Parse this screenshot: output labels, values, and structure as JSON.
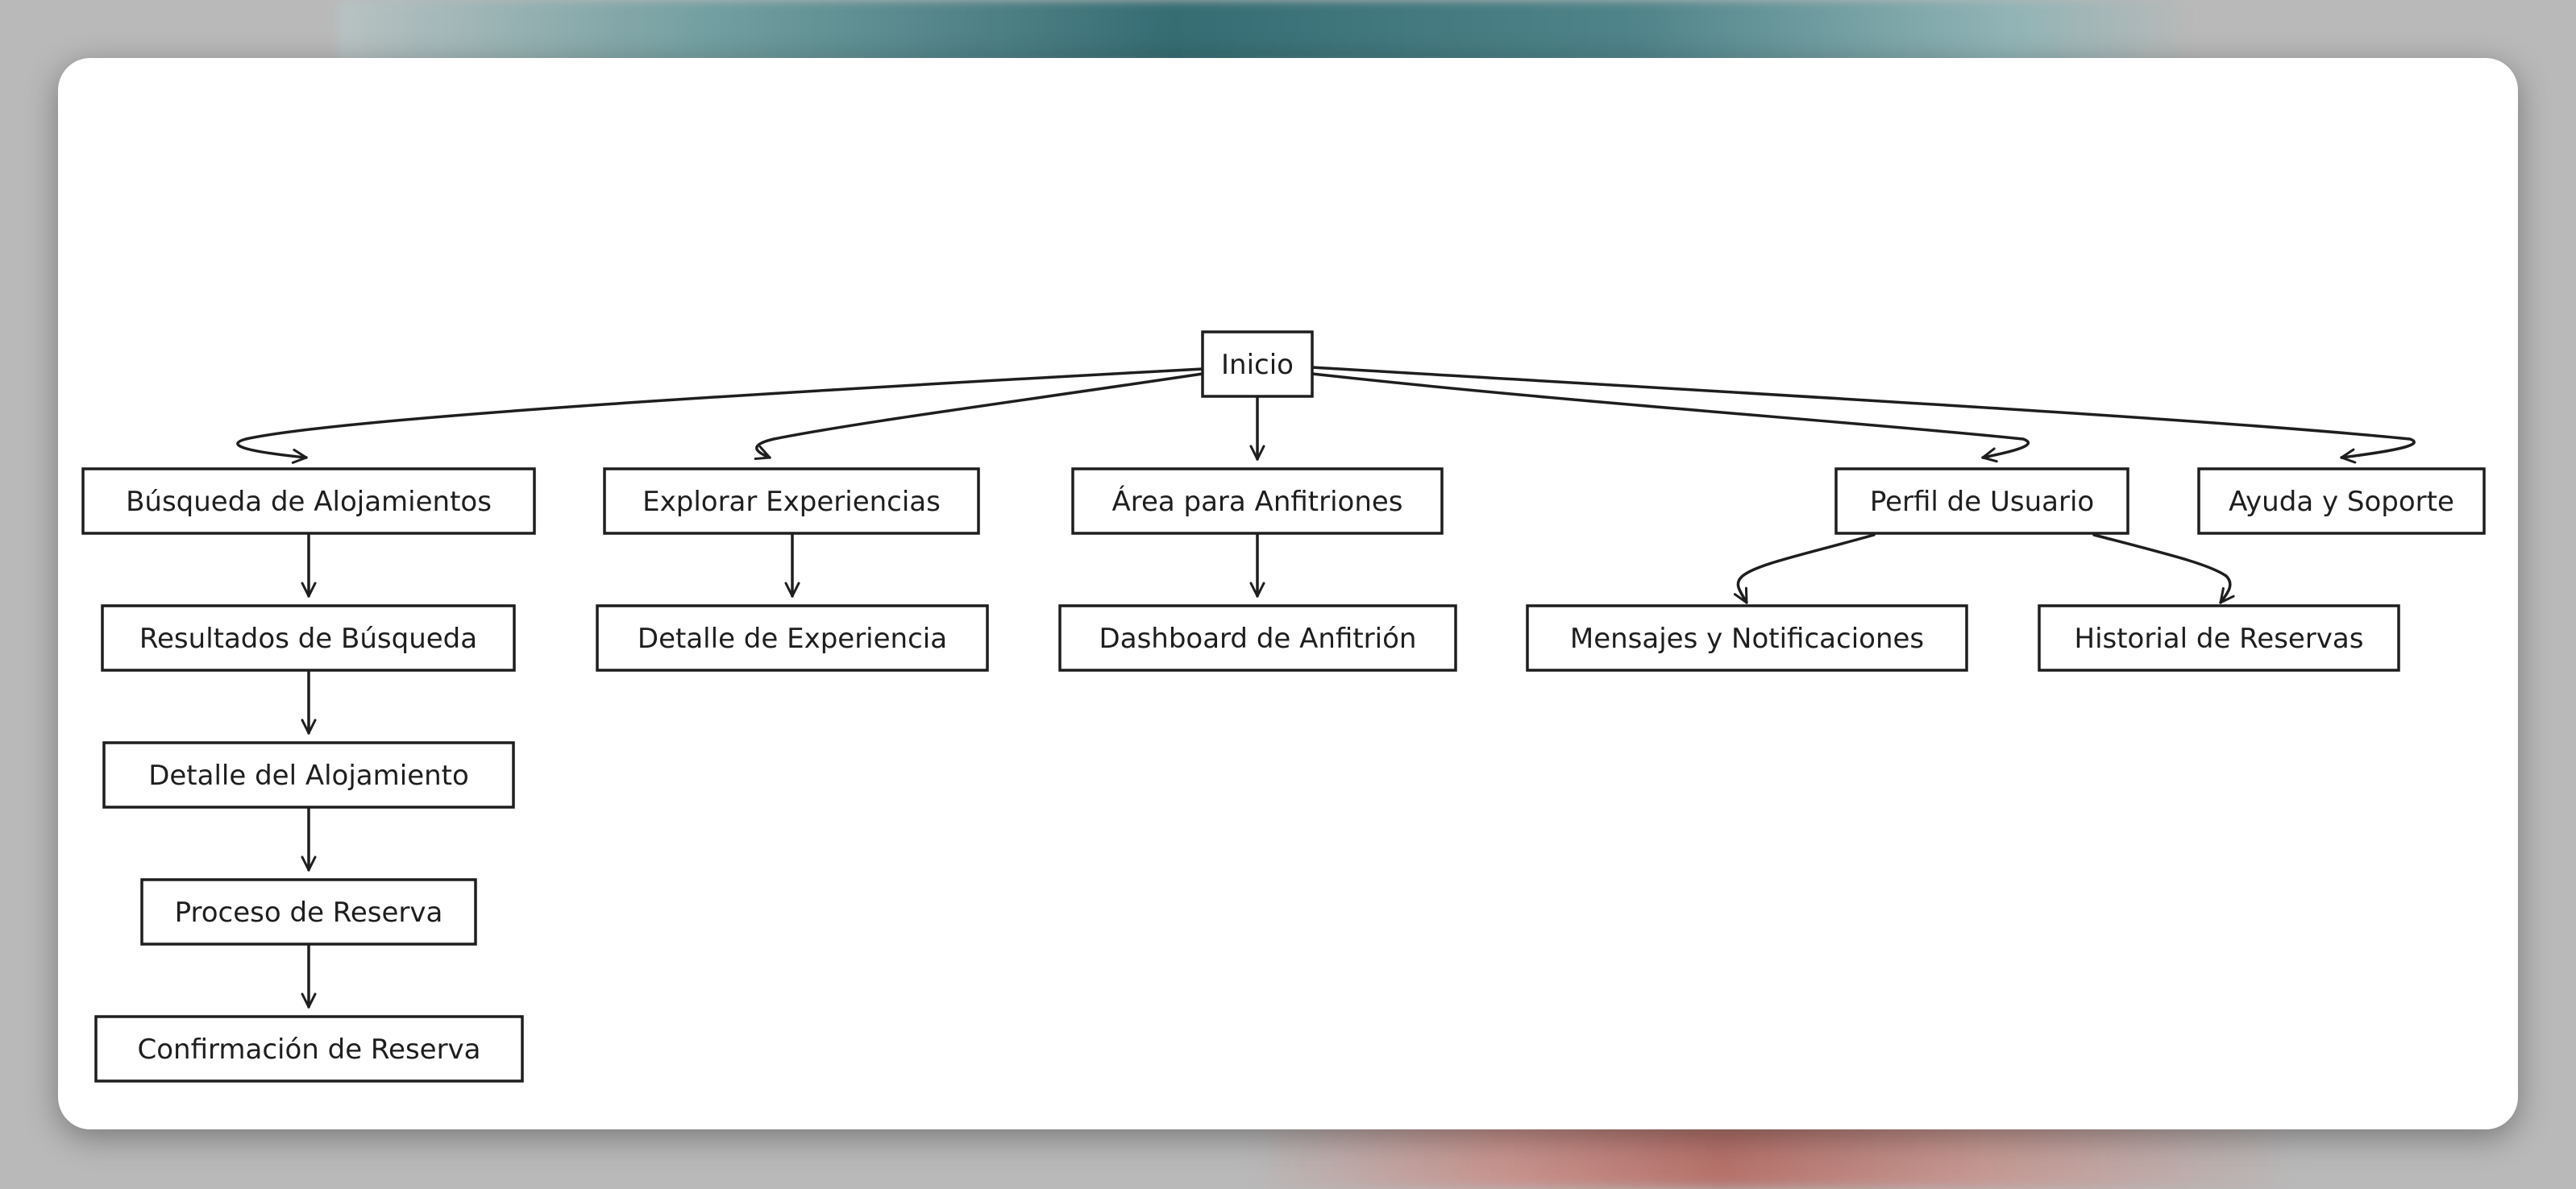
{
  "diagram": {
    "type": "sitemap-tree",
    "stroke_color": "#1e1e1e",
    "background_color": "#ffffff",
    "nodes": [
      {
        "id": "inicio",
        "label": "Inicio"
      },
      {
        "id": "busqueda",
        "label": "Búsqueda de Alojamientos"
      },
      {
        "id": "explorar",
        "label": "Explorar Experiencias"
      },
      {
        "id": "anfitriones",
        "label": "Área para Anfitriones"
      },
      {
        "id": "perfil",
        "label": "Perfil de Usuario"
      },
      {
        "id": "ayuda",
        "label": "Ayuda y Soporte"
      },
      {
        "id": "resultados",
        "label": "Resultados de Búsqueda"
      },
      {
        "id": "detalle_exp",
        "label": "Detalle de Experiencia"
      },
      {
        "id": "dashboard",
        "label": "Dashboard de Anfitrión"
      },
      {
        "id": "mensajes",
        "label": "Mensajes y Notificaciones"
      },
      {
        "id": "historial",
        "label": "Historial de Reservas"
      },
      {
        "id": "detalle_aloj",
        "label": "Detalle del Alojamiento"
      },
      {
        "id": "proceso",
        "label": "Proceso de Reserva"
      },
      {
        "id": "confirmacion",
        "label": "Confirmación de Reserva"
      }
    ],
    "edges": [
      {
        "from": "inicio",
        "to": "busqueda"
      },
      {
        "from": "inicio",
        "to": "explorar"
      },
      {
        "from": "inicio",
        "to": "anfitriones"
      },
      {
        "from": "inicio",
        "to": "perfil"
      },
      {
        "from": "inicio",
        "to": "ayuda"
      },
      {
        "from": "busqueda",
        "to": "resultados"
      },
      {
        "from": "resultados",
        "to": "detalle_aloj"
      },
      {
        "from": "detalle_aloj",
        "to": "proceso"
      },
      {
        "from": "proceso",
        "to": "confirmacion"
      },
      {
        "from": "explorar",
        "to": "detalle_exp"
      },
      {
        "from": "anfitriones",
        "to": "dashboard"
      },
      {
        "from": "perfil",
        "to": "mensajes"
      },
      {
        "from": "perfil",
        "to": "historial"
      }
    ]
  }
}
